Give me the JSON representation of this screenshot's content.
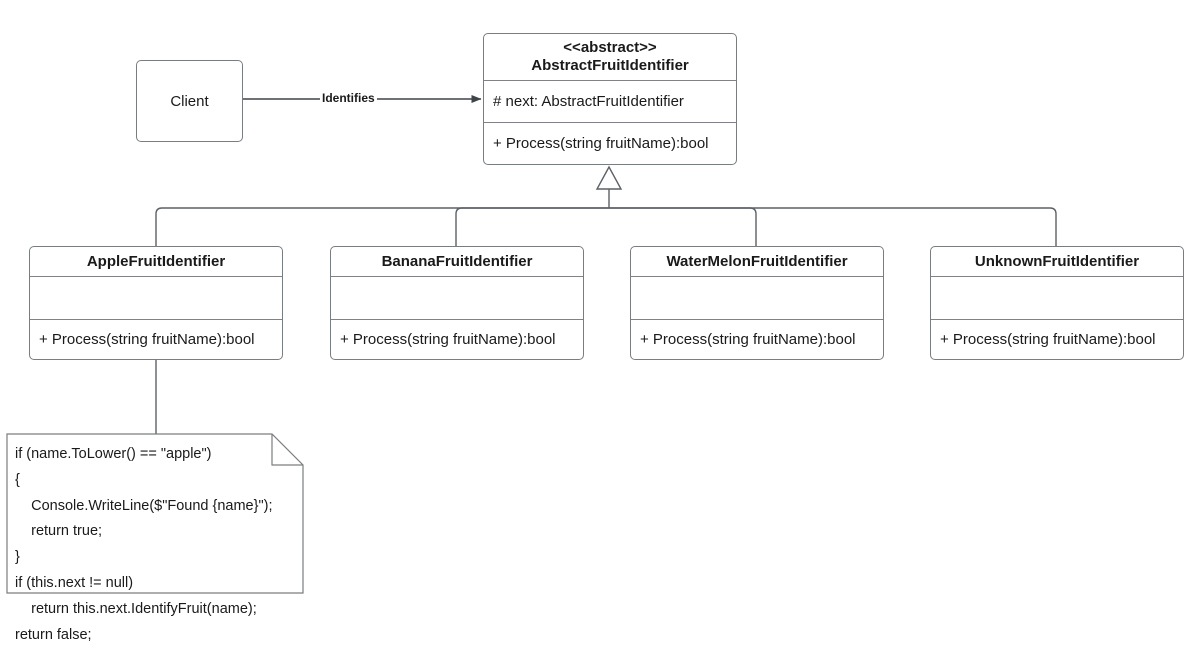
{
  "diagram": {
    "title": "Chain of Responsibility fruit identifier class diagram",
    "stroke_color": "#7a7d80",
    "divider_color": "#808285",
    "line_color": "#4d5156",
    "text_color": "#1a1a1a",
    "background": "#ffffff"
  },
  "client": {
    "label": "Client"
  },
  "association": {
    "label": "Identifies",
    "arrow": "filled-arrow"
  },
  "abstract_class": {
    "stereotype": "<<abstract>>",
    "name": "AbstractFruitIdentifier",
    "attributes": [
      "# next: AbstractFruitIdentifier"
    ],
    "operations": [
      "+ Process(string fruitName):bool"
    ]
  },
  "generalization": {
    "arrow": "hollow-triangle"
  },
  "subclasses": [
    {
      "name": "AppleFruitIdentifier",
      "attributes": [],
      "operations": [
        "+ Process(string fruitName):bool"
      ]
    },
    {
      "name": "BananaFruitIdentifier",
      "attributes": [],
      "operations": [
        "+ Process(string fruitName):bool"
      ]
    },
    {
      "name": "WaterMelonFruitIdentifier",
      "attributes": [],
      "operations": [
        "+ Process(string fruitName):bool"
      ]
    },
    {
      "name": "UnknownFruitIdentifier",
      "attributes": [],
      "operations": [
        "+ Process(string fruitName):bool"
      ]
    }
  ],
  "note": {
    "attached_to": "AppleFruitIdentifier",
    "code": "if (name.ToLower() == \"apple\")\n{\n    Console.WriteLine($\"Found {name}\");\n    return true;\n}\nif (this.next != null)\n    return this.next.IdentifyFruit(name);\nreturn false;"
  }
}
